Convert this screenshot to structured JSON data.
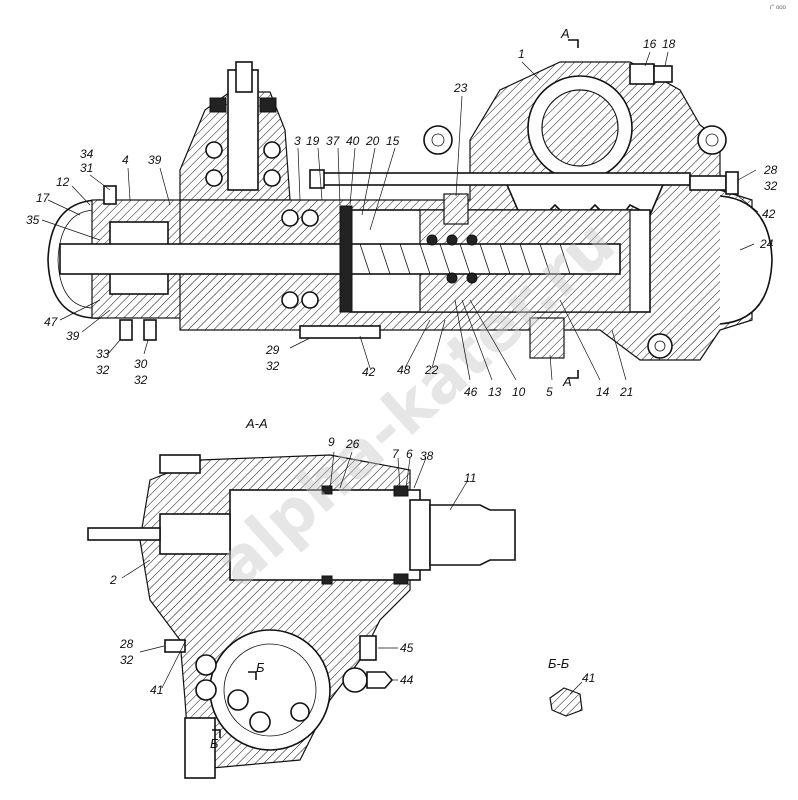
{
  "corner_mark": "r'' ooo",
  "watermark": "alpha-kater.ru",
  "sections": {
    "main": "А-А",
    "detail": "Б-Б",
    "cut_a": "А",
    "cut_b": "Б"
  },
  "callouts": [
    {
      "id": "c1",
      "text": "1"
    },
    {
      "id": "c16",
      "text": "16"
    },
    {
      "id": "c18",
      "text": "18"
    },
    {
      "id": "c23",
      "text": "23"
    },
    {
      "id": "c3",
      "text": "3"
    },
    {
      "id": "c19",
      "text": "19"
    },
    {
      "id": "c37",
      "text": "37"
    },
    {
      "id": "c40",
      "text": "40"
    },
    {
      "id": "c20",
      "text": "20"
    },
    {
      "id": "c15",
      "text": "15"
    },
    {
      "id": "c34",
      "text": "34"
    },
    {
      "id": "c31",
      "text": "31"
    },
    {
      "id": "c4",
      "text": "4"
    },
    {
      "id": "c39a",
      "text": "39"
    },
    {
      "id": "c12",
      "text": "12"
    },
    {
      "id": "c17",
      "text": "17"
    },
    {
      "id": "c35",
      "text": "35"
    },
    {
      "id": "c47",
      "text": "47"
    },
    {
      "id": "c39b",
      "text": "39"
    },
    {
      "id": "c33",
      "text": "33"
    },
    {
      "id": "c32a",
      "text": "32"
    },
    {
      "id": "c30",
      "text": "30"
    },
    {
      "id": "c32b",
      "text": "32"
    },
    {
      "id": "c29",
      "text": "29"
    },
    {
      "id": "c32c",
      "text": "32"
    },
    {
      "id": "c42a",
      "text": "42"
    },
    {
      "id": "c48",
      "text": "48"
    },
    {
      "id": "c22",
      "text": "22"
    },
    {
      "id": "c46",
      "text": "46"
    },
    {
      "id": "c13",
      "text": "13"
    },
    {
      "id": "c10",
      "text": "10"
    },
    {
      "id": "c5",
      "text": "5"
    },
    {
      "id": "c14",
      "text": "14"
    },
    {
      "id": "c21",
      "text": "21"
    },
    {
      "id": "c28a",
      "text": "28"
    },
    {
      "id": "c32d",
      "text": "32"
    },
    {
      "id": "c42b",
      "text": "42"
    },
    {
      "id": "c24",
      "text": "24"
    },
    {
      "id": "c9",
      "text": "9"
    },
    {
      "id": "c26",
      "text": "26"
    },
    {
      "id": "c7",
      "text": "7"
    },
    {
      "id": "c6",
      "text": "6"
    },
    {
      "id": "c38",
      "text": "38"
    },
    {
      "id": "c11",
      "text": "11"
    },
    {
      "id": "c2",
      "text": "2"
    },
    {
      "id": "c28b",
      "text": "28"
    },
    {
      "id": "c32e",
      "text": "32"
    },
    {
      "id": "c41a",
      "text": "41"
    },
    {
      "id": "c45",
      "text": "45"
    },
    {
      "id": "c44",
      "text": "44"
    },
    {
      "id": "c41b",
      "text": "41"
    }
  ]
}
